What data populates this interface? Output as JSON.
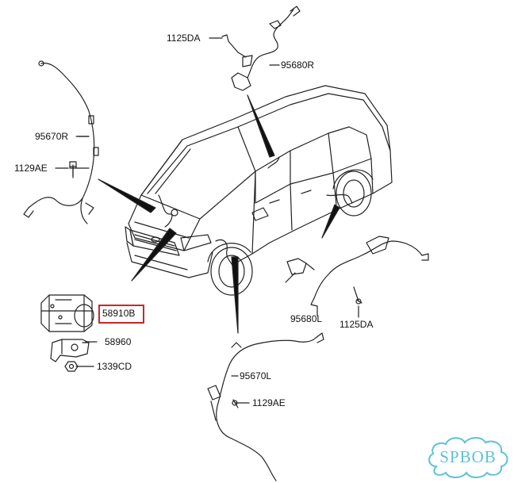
{
  "labels": {
    "bolt_top_right": "1125DA",
    "sensor_front_right": "95680R",
    "cable_rear_right": "95670R",
    "bolt_rear_right": "1129AE",
    "abs_module": "58910B",
    "bracket": "58960",
    "nut": "1339CD",
    "sensor_front_left": "95680L",
    "bolt_front_left": "1125DA",
    "cable_rear_left": "95670L",
    "bolt_rear_left": "1129AE"
  },
  "highlight_color": "#c62828",
  "watermark": {
    "text": "SPBOB",
    "color": "#5cc2d8"
  }
}
